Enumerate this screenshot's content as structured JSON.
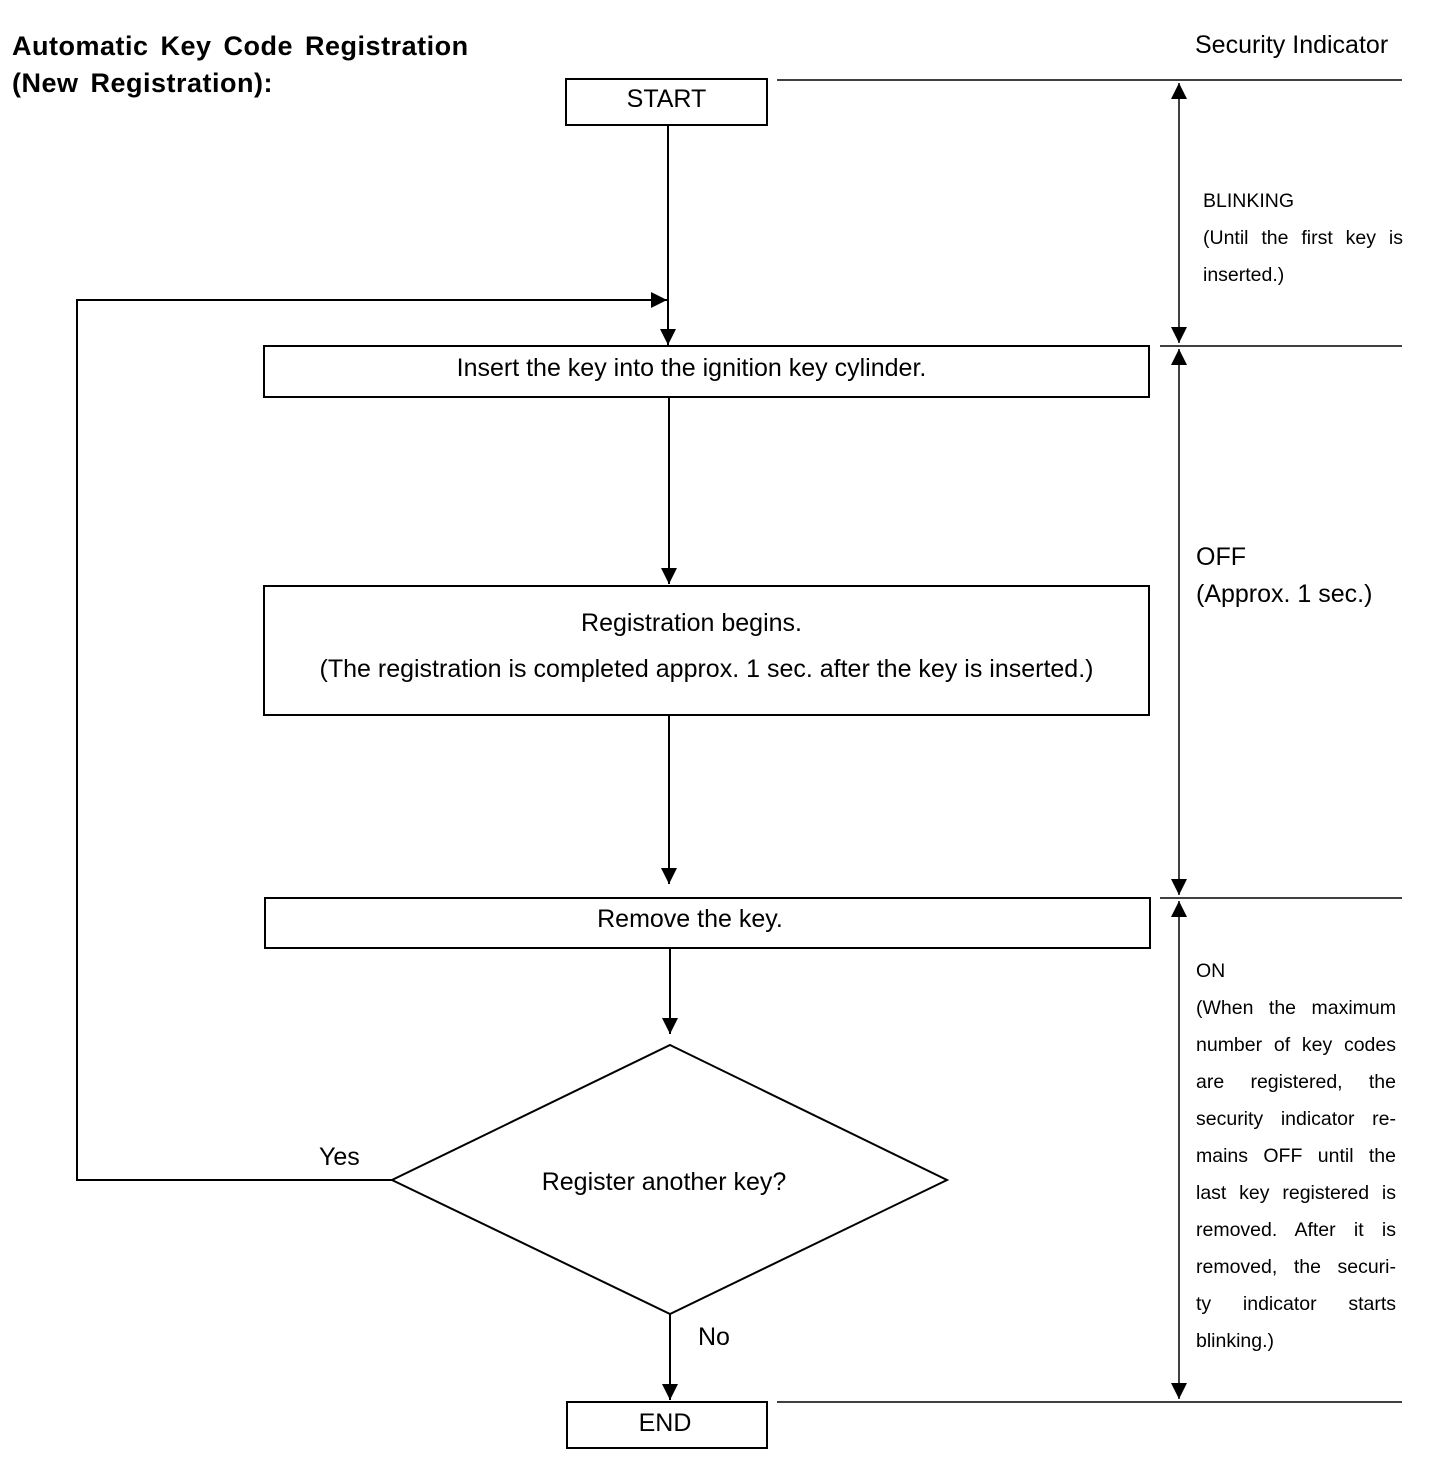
{
  "title": {
    "line1": "Automatic Key Code Registration",
    "line2": "(New Registration):"
  },
  "indicator_header": "Security Indicator",
  "nodes": {
    "start": "START",
    "insert": "Insert the key into the ignition key cylinder.",
    "registration_line1": "Registration begins.",
    "registration_line2": "(The registration is completed approx. 1 sec. after the key is inserted.)",
    "remove": "Remove the key.",
    "decision": "Register another key?",
    "end": "END"
  },
  "branches": {
    "yes": "Yes",
    "no": "No"
  },
  "indicator_states": {
    "blinking": {
      "state": "BLINKING",
      "note_lines": [
        "(Until the first key is",
        "inserted.)"
      ]
    },
    "off": {
      "state": "OFF",
      "note": "(Approx. 1 sec.)"
    },
    "on": {
      "state": "ON",
      "note_lines": [
        "(When the maximum",
        "number of key codes",
        "are registered, the",
        "security indicator re-",
        "mains OFF until the",
        "last key registered is",
        "removed. After it is",
        "removed, the securi-",
        "ty indicator starts",
        "blinking.)"
      ]
    }
  }
}
